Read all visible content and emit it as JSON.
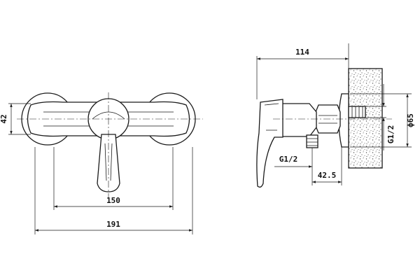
{
  "dimensions": {
    "front_height": "42",
    "front_inner_width": "150",
    "front_overall_width": "191",
    "side_depth": "114",
    "side_inlet_thread": "G1/2",
    "side_wall_thread": "G1/2",
    "side_flange_offset": "42.5",
    "side_flange_diameter": "ф65"
  },
  "colors": {
    "line": "#1a1a1a",
    "wall_fill": "#ffffff",
    "wall_dots": "#555555"
  }
}
